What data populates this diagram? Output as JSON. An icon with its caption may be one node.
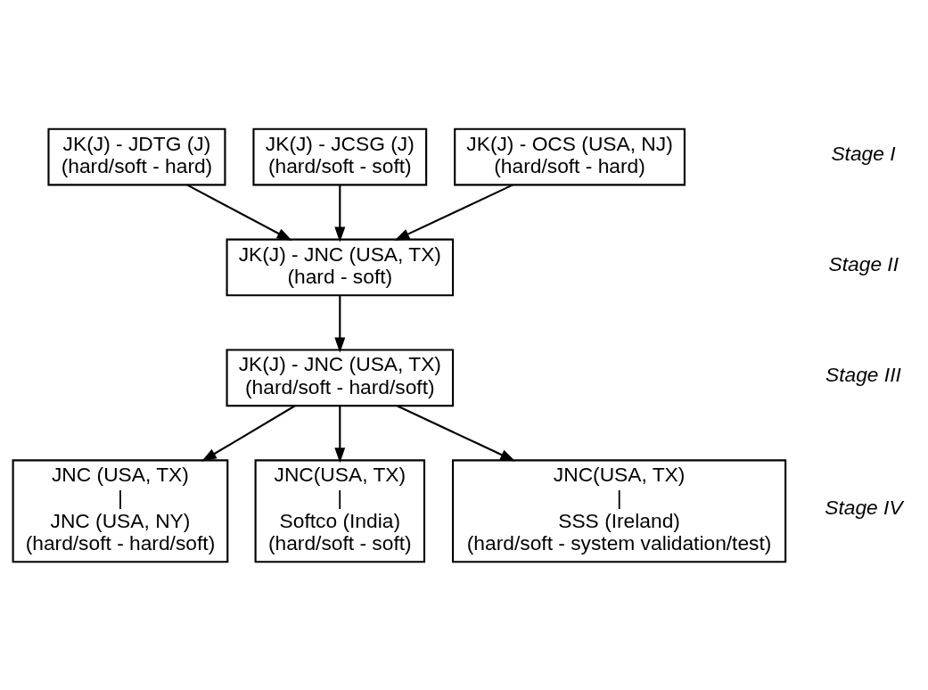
{
  "diagram": {
    "nodes": [
      {
        "text": [
          "JK(J) - JDTG (J)",
          "(hard/soft - hard)"
        ]
      },
      {
        "text": [
          "JK(J) - JCSG (J)",
          "(hard/soft - soft)"
        ]
      },
      {
        "text": [
          "JK(J) - OCS (USA, NJ)",
          "(hard/soft - hard)"
        ]
      },
      {
        "text": [
          "JK(J) - JNC (USA, TX)",
          "(hard - soft)"
        ]
      },
      {
        "text": [
          "JK(J) - JNC (USA, TX)",
          "(hard/soft - hard/soft)"
        ]
      },
      {
        "text": [
          "JNC (USA, TX)",
          "|",
          "JNC (USA, NY)",
          "(hard/soft - hard/soft)"
        ]
      },
      {
        "text": [
          "JNC(USA, TX)",
          "|",
          "Softco (India)",
          "(hard/soft - soft)"
        ]
      },
      {
        "text": [
          "JNC(USA, TX)",
          "|",
          "SSS (Ireland)",
          "(hard/soft - system validation/test)"
        ]
      }
    ],
    "edges": [
      {
        "from": 0,
        "to": 3,
        "arrow": "to"
      },
      {
        "from": 1,
        "to": 3,
        "arrow": "to"
      },
      {
        "from": 2,
        "to": 3,
        "arrow": "to"
      },
      {
        "from": 3,
        "to": 4,
        "arrow": "to"
      },
      {
        "from": 4,
        "to": 5,
        "arrow": "to"
      },
      {
        "from": 4,
        "to": 6,
        "arrow": "to"
      },
      {
        "from": 4,
        "to": 7,
        "arrow": "to"
      }
    ],
    "labels": [
      "Stage I",
      "Stage II",
      "Stage III",
      "Stage IV"
    ]
  }
}
